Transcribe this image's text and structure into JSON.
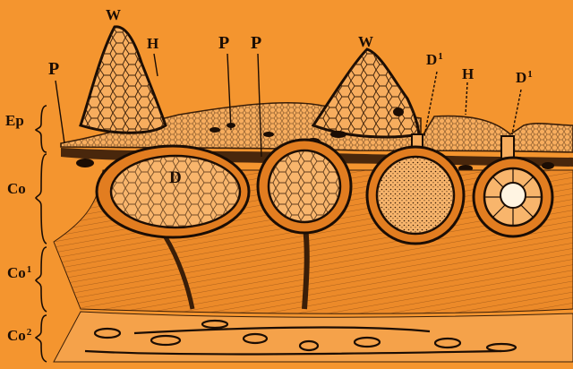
{
  "labels": {
    "W_left": "W",
    "W_right": "W",
    "H_left": "H",
    "H_right": "H",
    "P_left": "P",
    "P_mid1": "P",
    "P_mid2": "P",
    "D": "D",
    "D1_left": "D",
    "D1_right": "D",
    "D1_sup": "1",
    "Ep": "Ep",
    "Co": "Co",
    "Co1": "Co",
    "Co1_sup": "1",
    "Co2": "Co",
    "Co2_sup": "2"
  },
  "colors": {
    "background": "#f4952f",
    "ink": "#1b0d04",
    "tissue_light": "#f7ad5e"
  }
}
